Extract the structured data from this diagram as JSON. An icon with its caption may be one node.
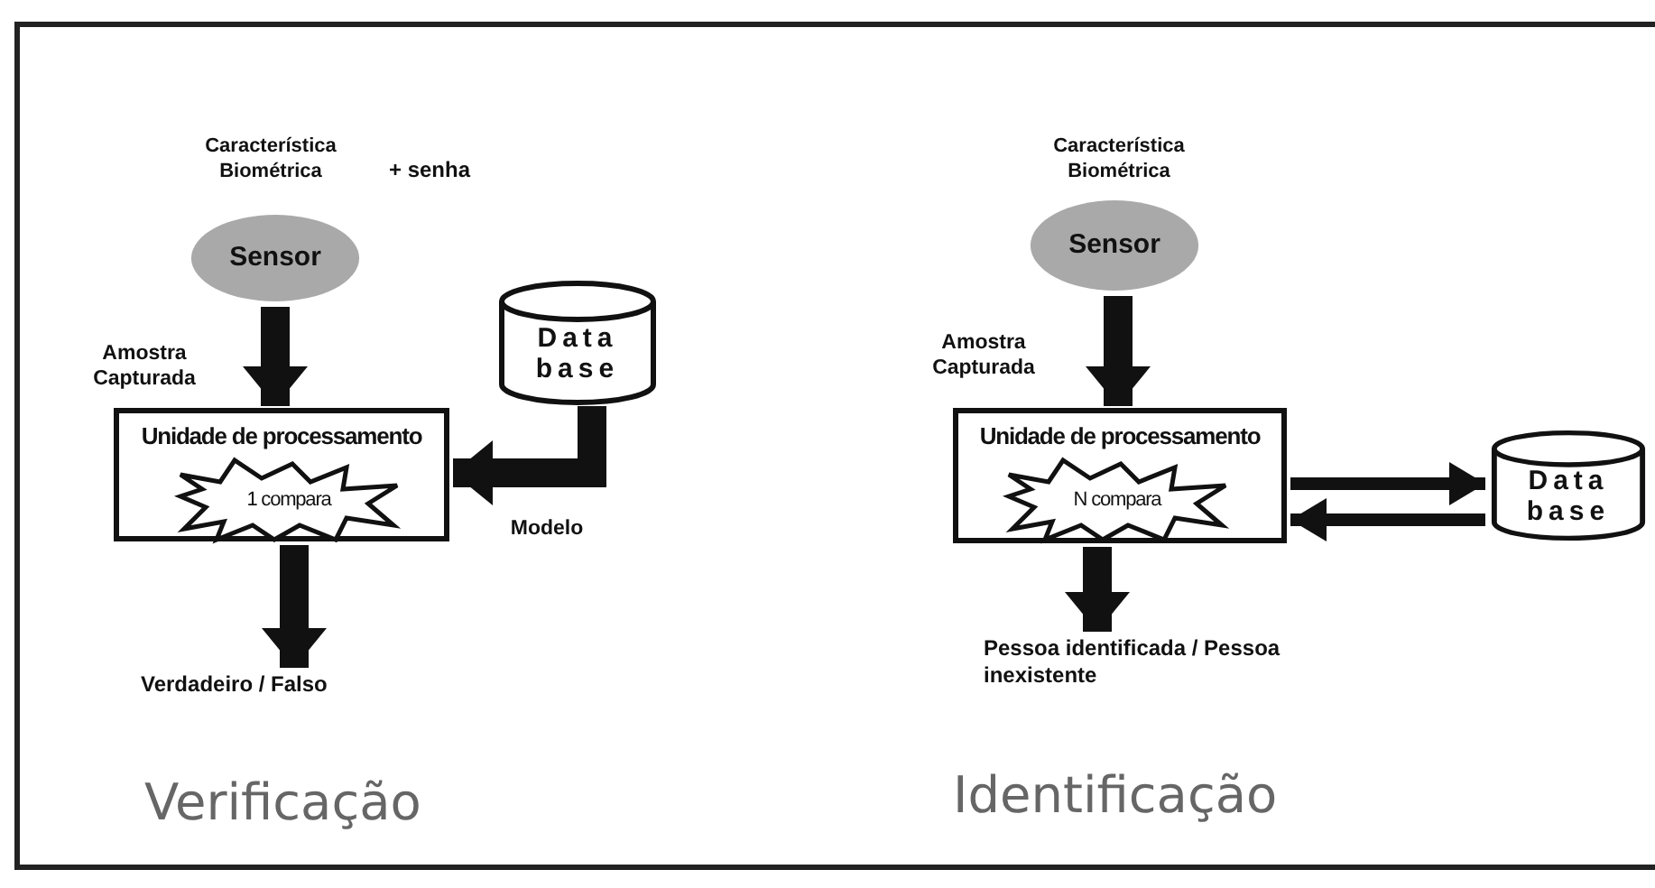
{
  "diagram": {
    "nodes": [
      {
        "text": [
          "Sensor"
        ]
      },
      {
        "text": [
          "Unidade de processamento"
        ]
      },
      {
        "text": [
          "1 compara"
        ],
        "in": 1
      },
      {
        "text": [
          "Data base"
        ]
      },
      {
        "text": [
          "Verdadeiro / Falso"
        ]
      },
      {
        "text": [
          "Sensor"
        ]
      },
      {
        "text": [
          "Unidade de processamento"
        ]
      },
      {
        "text": [
          "N compara"
        ],
        "in": 6
      },
      {
        "text": [
          "Data base"
        ]
      },
      {
        "text": [
          "Pessoa identificada / Pessoa inexistente"
        ]
      }
    ],
    "edges": [
      {
        "from": 0,
        "to": 1,
        "arrow": "to",
        "label": "Amostra Capturada"
      },
      {
        "from": 3,
        "to": 1,
        "arrow": "to",
        "label": "Modelo"
      },
      {
        "from": 1,
        "to": 4,
        "arrow": "to"
      },
      {
        "from": 5,
        "to": 6,
        "arrow": "to",
        "label": "Amostra Capturada"
      },
      {
        "from": 6,
        "to": 8,
        "arrow": "to"
      },
      {
        "from": 8,
        "to": 6,
        "arrow": "to"
      },
      {
        "from": 6,
        "to": 9,
        "arrow": "to"
      }
    ],
    "labels": [
      "Característica Biométrica",
      "+ senha",
      "Característica Biométrica",
      "Verificação",
      "Identificação"
    ]
  }
}
